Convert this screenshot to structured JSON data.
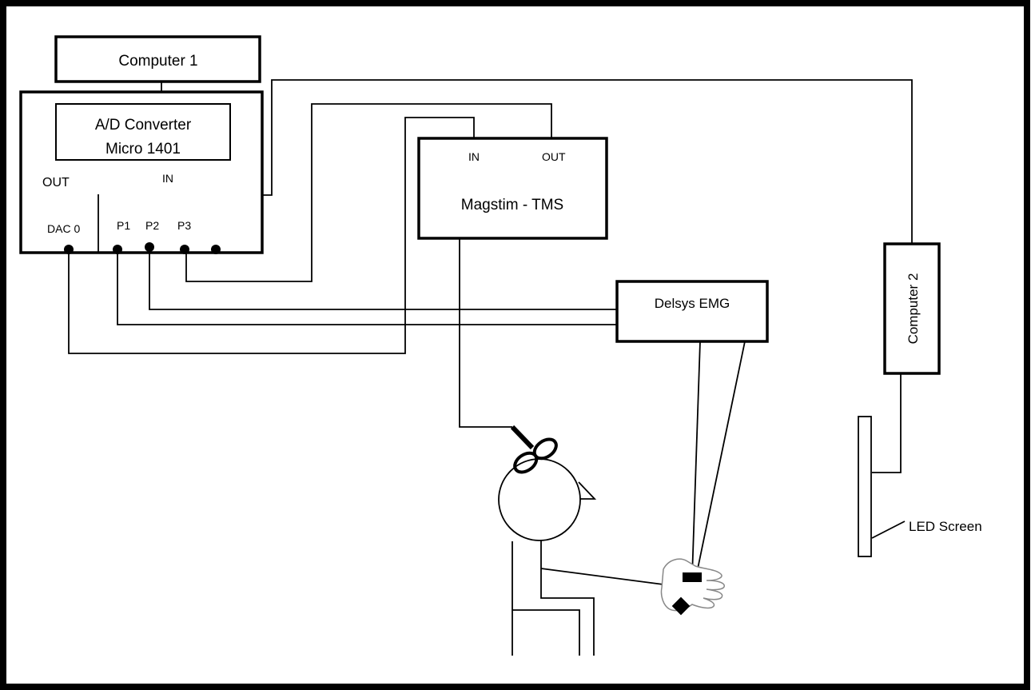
{
  "computer1": {
    "label": "Computer 1"
  },
  "ad_converter": {
    "line1": "A/D Converter",
    "line2": "Micro 1401"
  },
  "daq_panel": {
    "out_label": "OUT",
    "in_label": "IN",
    "dac_label": "DAC 0",
    "p1_label": "P1",
    "p2_label": "P2",
    "p3_label": "P3"
  },
  "magstim": {
    "label": "Magstim - TMS",
    "in_label": "IN",
    "out_label": "OUT"
  },
  "emg": {
    "label": "Delsys EMG"
  },
  "computer2": {
    "label": "Computer 2"
  },
  "screen": {
    "label": "LED Screen"
  }
}
